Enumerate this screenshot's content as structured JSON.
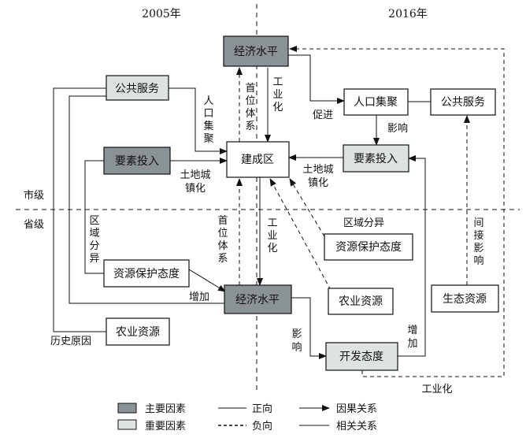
{
  "headers": {
    "year_left": "2005年",
    "year_right": "2016年",
    "level_city": "市级",
    "level_province": "省级"
  },
  "nodes": {
    "econ_top": "经济水平",
    "public_service_left": "公共服务",
    "factor_input_left": "要素投入",
    "built_area": "建成区",
    "population_right": "人口集聚",
    "public_service_right": "公共服务",
    "factor_input_right": "要素投入",
    "resource_attitude_mid": "资源保护态度",
    "resource_attitude_left": "资源保护态度",
    "econ_bottom": "经济水平",
    "agri_resource_mid": "农业资源",
    "eco_resource": "生态资源",
    "agri_resource_left": "农业资源",
    "dev_attitude": "开发态度"
  },
  "edge_labels": {
    "population_aggregation": "人口集聚",
    "primacy_top": "首位体系",
    "industrialization_top": "工业化",
    "promote": "促进",
    "influence_right": "影响",
    "land_urbanization_left": "土地城镇化",
    "land_urbanization_right": "土地城镇化",
    "regional_divide_left": "区域分异",
    "regional_divide_right": "区域分异",
    "primacy_bottom": "首位体系",
    "industrialization_bottom": "工业化",
    "indirect_influence": "间接影响",
    "increase_left": "增加",
    "increase_right": "增加",
    "influence_bottom": "影响",
    "historical_reason": "历史原因",
    "industrialization_outer": "工业化"
  },
  "legend": {
    "main_factor": "主要因素",
    "important_factor": "重要因素",
    "positive": "正向",
    "negative": "负向",
    "causal": "因果关系",
    "correlation": "相关关系"
  },
  "colors": {
    "main_factor_fill": "#8a9296",
    "important_factor_fill": "#dfe2e3",
    "line": "#111111"
  }
}
